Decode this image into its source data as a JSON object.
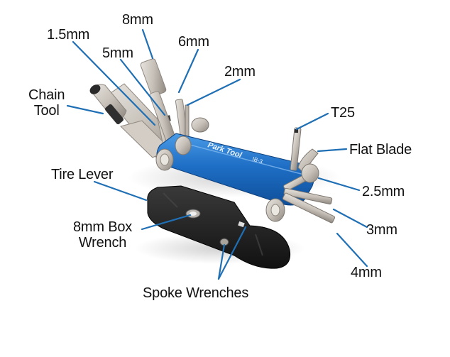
{
  "diagram": {
    "subject": "Bicycle multi-tool (folded body with hex keys, chain tool and tire lever)",
    "brand_text": "Park Tool",
    "model_text": "IB-3",
    "colors": {
      "leader_line": "#1f6fb5",
      "body_blue": "#1e6fc6",
      "body_blue_light": "#3b8fe0",
      "steel": "#c9c4bd",
      "steel_dark": "#8e877f",
      "lever_black": "#1c1c1c",
      "text": "#111111"
    },
    "labels": {
      "hex_1_5": "1.5mm",
      "hex_8": "8mm",
      "hex_5": "5mm",
      "hex_6": "6mm",
      "hex_2": "2mm",
      "chain_tool_line1": "Chain",
      "chain_tool_line2": "Tool",
      "t25": "T25",
      "flat_blade": "Flat Blade",
      "tire_lever": "Tire Lever",
      "hex_2_5": "2.5mm",
      "box_wrench_line1": "8mm Box",
      "box_wrench_line2": "Wrench",
      "hex_3": "3mm",
      "hex_4": "4mm",
      "spoke_wrenches": "Spoke Wrenches"
    }
  }
}
